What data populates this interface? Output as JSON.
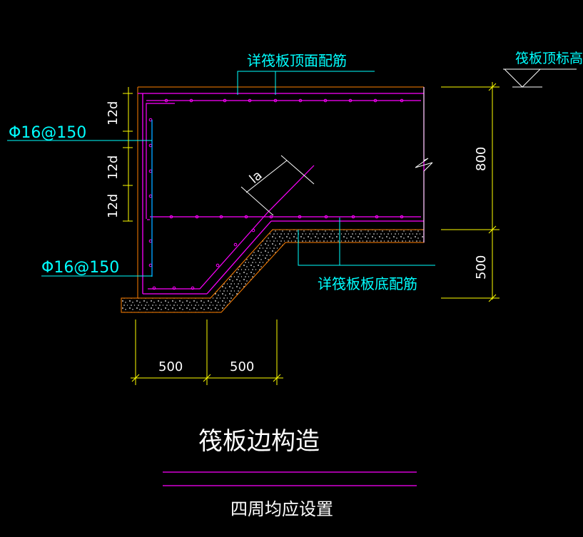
{
  "drawing": {
    "labels": {
      "top_rebar_note": "详筏板顶面配筋",
      "raft_top_elev": "筏板顶标高",
      "bottom_rebar_note": "详筏板板底配筋",
      "bar_spec_upper": "Φ16@150",
      "bar_spec_lower": "Φ16@150",
      "lap_12d_1": "12d",
      "lap_12d_2": "12d",
      "lap_12d_3": "12d",
      "anchor_la": "la",
      "dim_800": "800",
      "dim_500_vertical": "500",
      "dim_500_left": "500",
      "dim_500_right": "500"
    },
    "title": "筏板边构造",
    "subtitle": "四周均应设置",
    "colors": {
      "background": "#000000",
      "concrete": "#ff00ff",
      "rebar": "#ff00ff",
      "dimension": "#ffff00",
      "leader": "#00ffff",
      "slab_outline": "#ff8000",
      "text": "#ffffff"
    }
  }
}
